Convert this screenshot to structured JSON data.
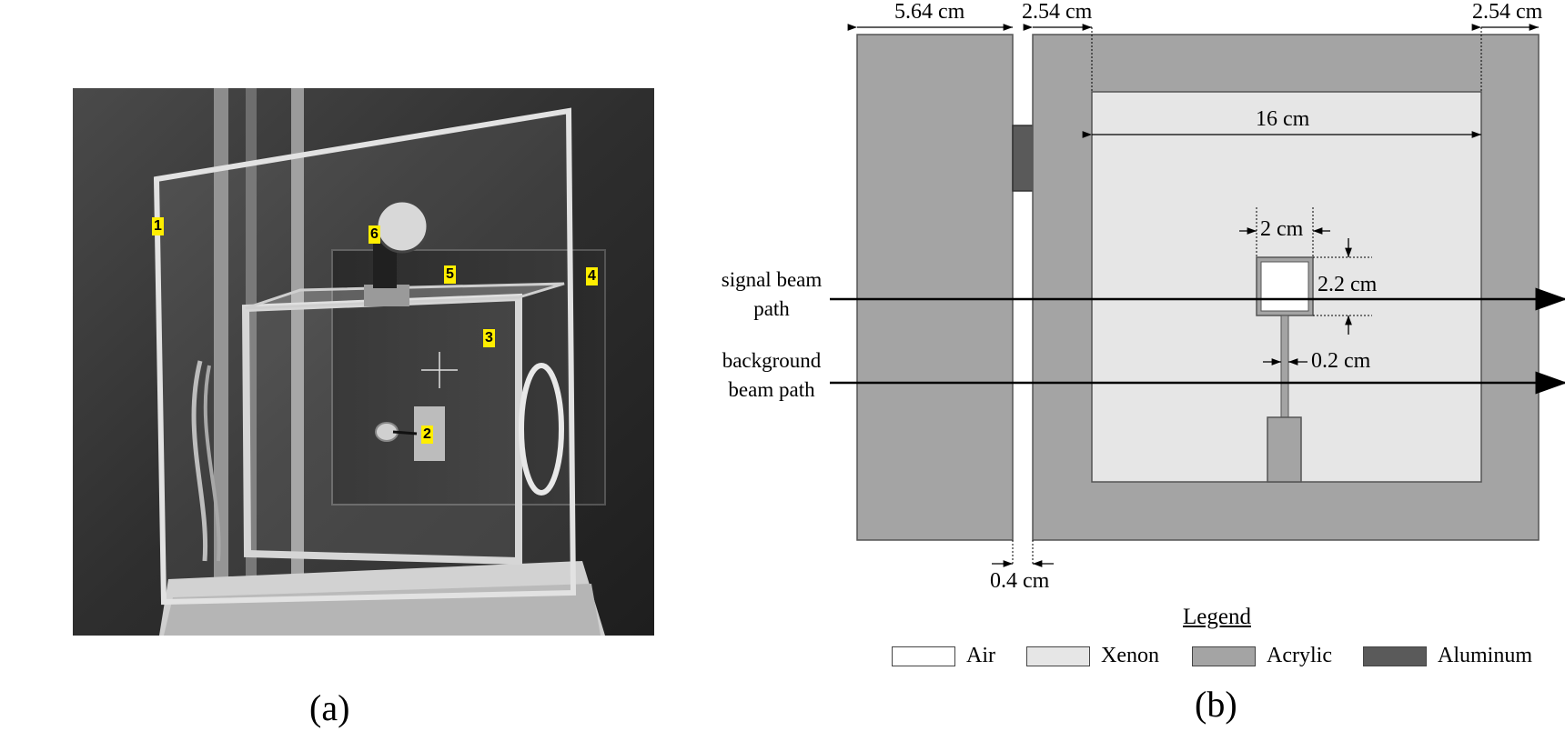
{
  "panel_a": {
    "label": "(a)",
    "tags": [
      "1",
      "2",
      "3",
      "4",
      "5",
      "6"
    ]
  },
  "panel_b": {
    "label": "(b)",
    "dimensions": {
      "left_block_width": "5.64 cm",
      "top_wall_left": "2.54 cm",
      "top_wall_right": "2.54 cm",
      "inner_width": "16 cm",
      "cell_width": "2 cm",
      "cell_height": "2.2 cm",
      "stem_width": "0.2 cm",
      "gap_width": "0.4 cm"
    },
    "beams": {
      "signal": [
        "signal beam",
        "path"
      ],
      "background": [
        "background",
        "beam path"
      ]
    },
    "legend": {
      "title": "Legend",
      "items": [
        {
          "label": "Air",
          "color": "#ffffff"
        },
        {
          "label": "Xenon",
          "color": "#e6e6e6"
        },
        {
          "label": "Acrylic",
          "color": "#a4a4a4"
        },
        {
          "label": "Aluminum",
          "color": "#5a5a5a"
        }
      ]
    }
  }
}
